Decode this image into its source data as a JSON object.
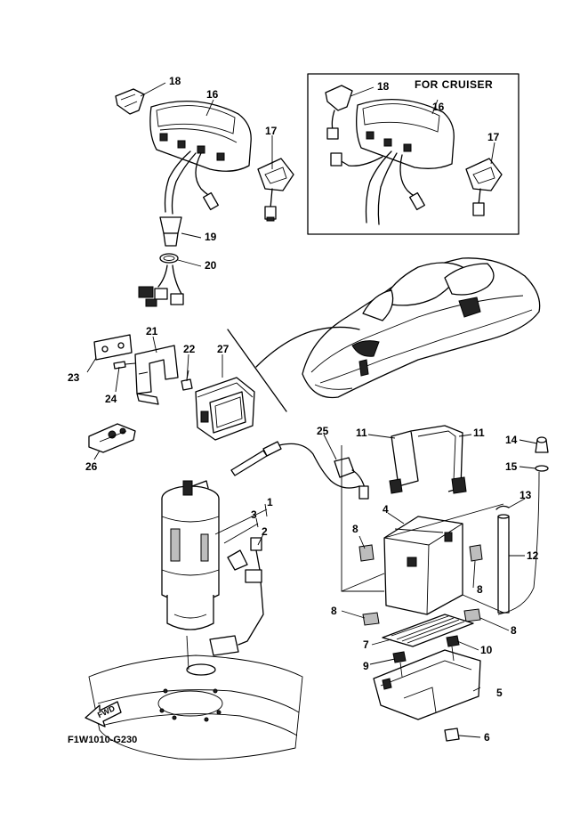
{
  "inset": {
    "title": "FOR CRUISER"
  },
  "drawing_code": "F1W1010-G230",
  "fwd_label": "FWD",
  "callouts": [
    {
      "id": "c18",
      "text": "18"
    },
    {
      "id": "c16",
      "text": "16"
    },
    {
      "id": "c17",
      "text": "17"
    },
    {
      "id": "c19",
      "text": "19"
    },
    {
      "id": "c20",
      "text": "20"
    },
    {
      "id": "c21",
      "text": "21"
    },
    {
      "id": "c22",
      "text": "22"
    },
    {
      "id": "c27",
      "text": "27"
    },
    {
      "id": "c23",
      "text": "23"
    },
    {
      "id": "c24",
      "text": "24"
    },
    {
      "id": "c26",
      "text": "26"
    },
    {
      "id": "c25",
      "text": "25"
    },
    {
      "id": "c11a",
      "text": "11"
    },
    {
      "id": "c11b",
      "text": "11"
    },
    {
      "id": "c14",
      "text": "14"
    },
    {
      "id": "c15",
      "text": "15"
    },
    {
      "id": "c13",
      "text": "13"
    },
    {
      "id": "c12",
      "text": "12"
    },
    {
      "id": "c4",
      "text": "4"
    },
    {
      "id": "c1",
      "text": "1"
    },
    {
      "id": "c3",
      "text": "3"
    },
    {
      "id": "c2",
      "text": "2"
    },
    {
      "id": "c8a",
      "text": "8"
    },
    {
      "id": "c8b",
      "text": "8"
    },
    {
      "id": "c8c",
      "text": "8"
    },
    {
      "id": "c8d",
      "text": "8"
    },
    {
      "id": "c7",
      "text": "7"
    },
    {
      "id": "c10",
      "text": "10"
    },
    {
      "id": "c9",
      "text": "9"
    },
    {
      "id": "c5",
      "text": "5"
    },
    {
      "id": "c6",
      "text": "6"
    },
    {
      "id": "i18",
      "text": "18"
    },
    {
      "id": "i16",
      "text": "16"
    },
    {
      "id": "i17",
      "text": "17"
    }
  ]
}
